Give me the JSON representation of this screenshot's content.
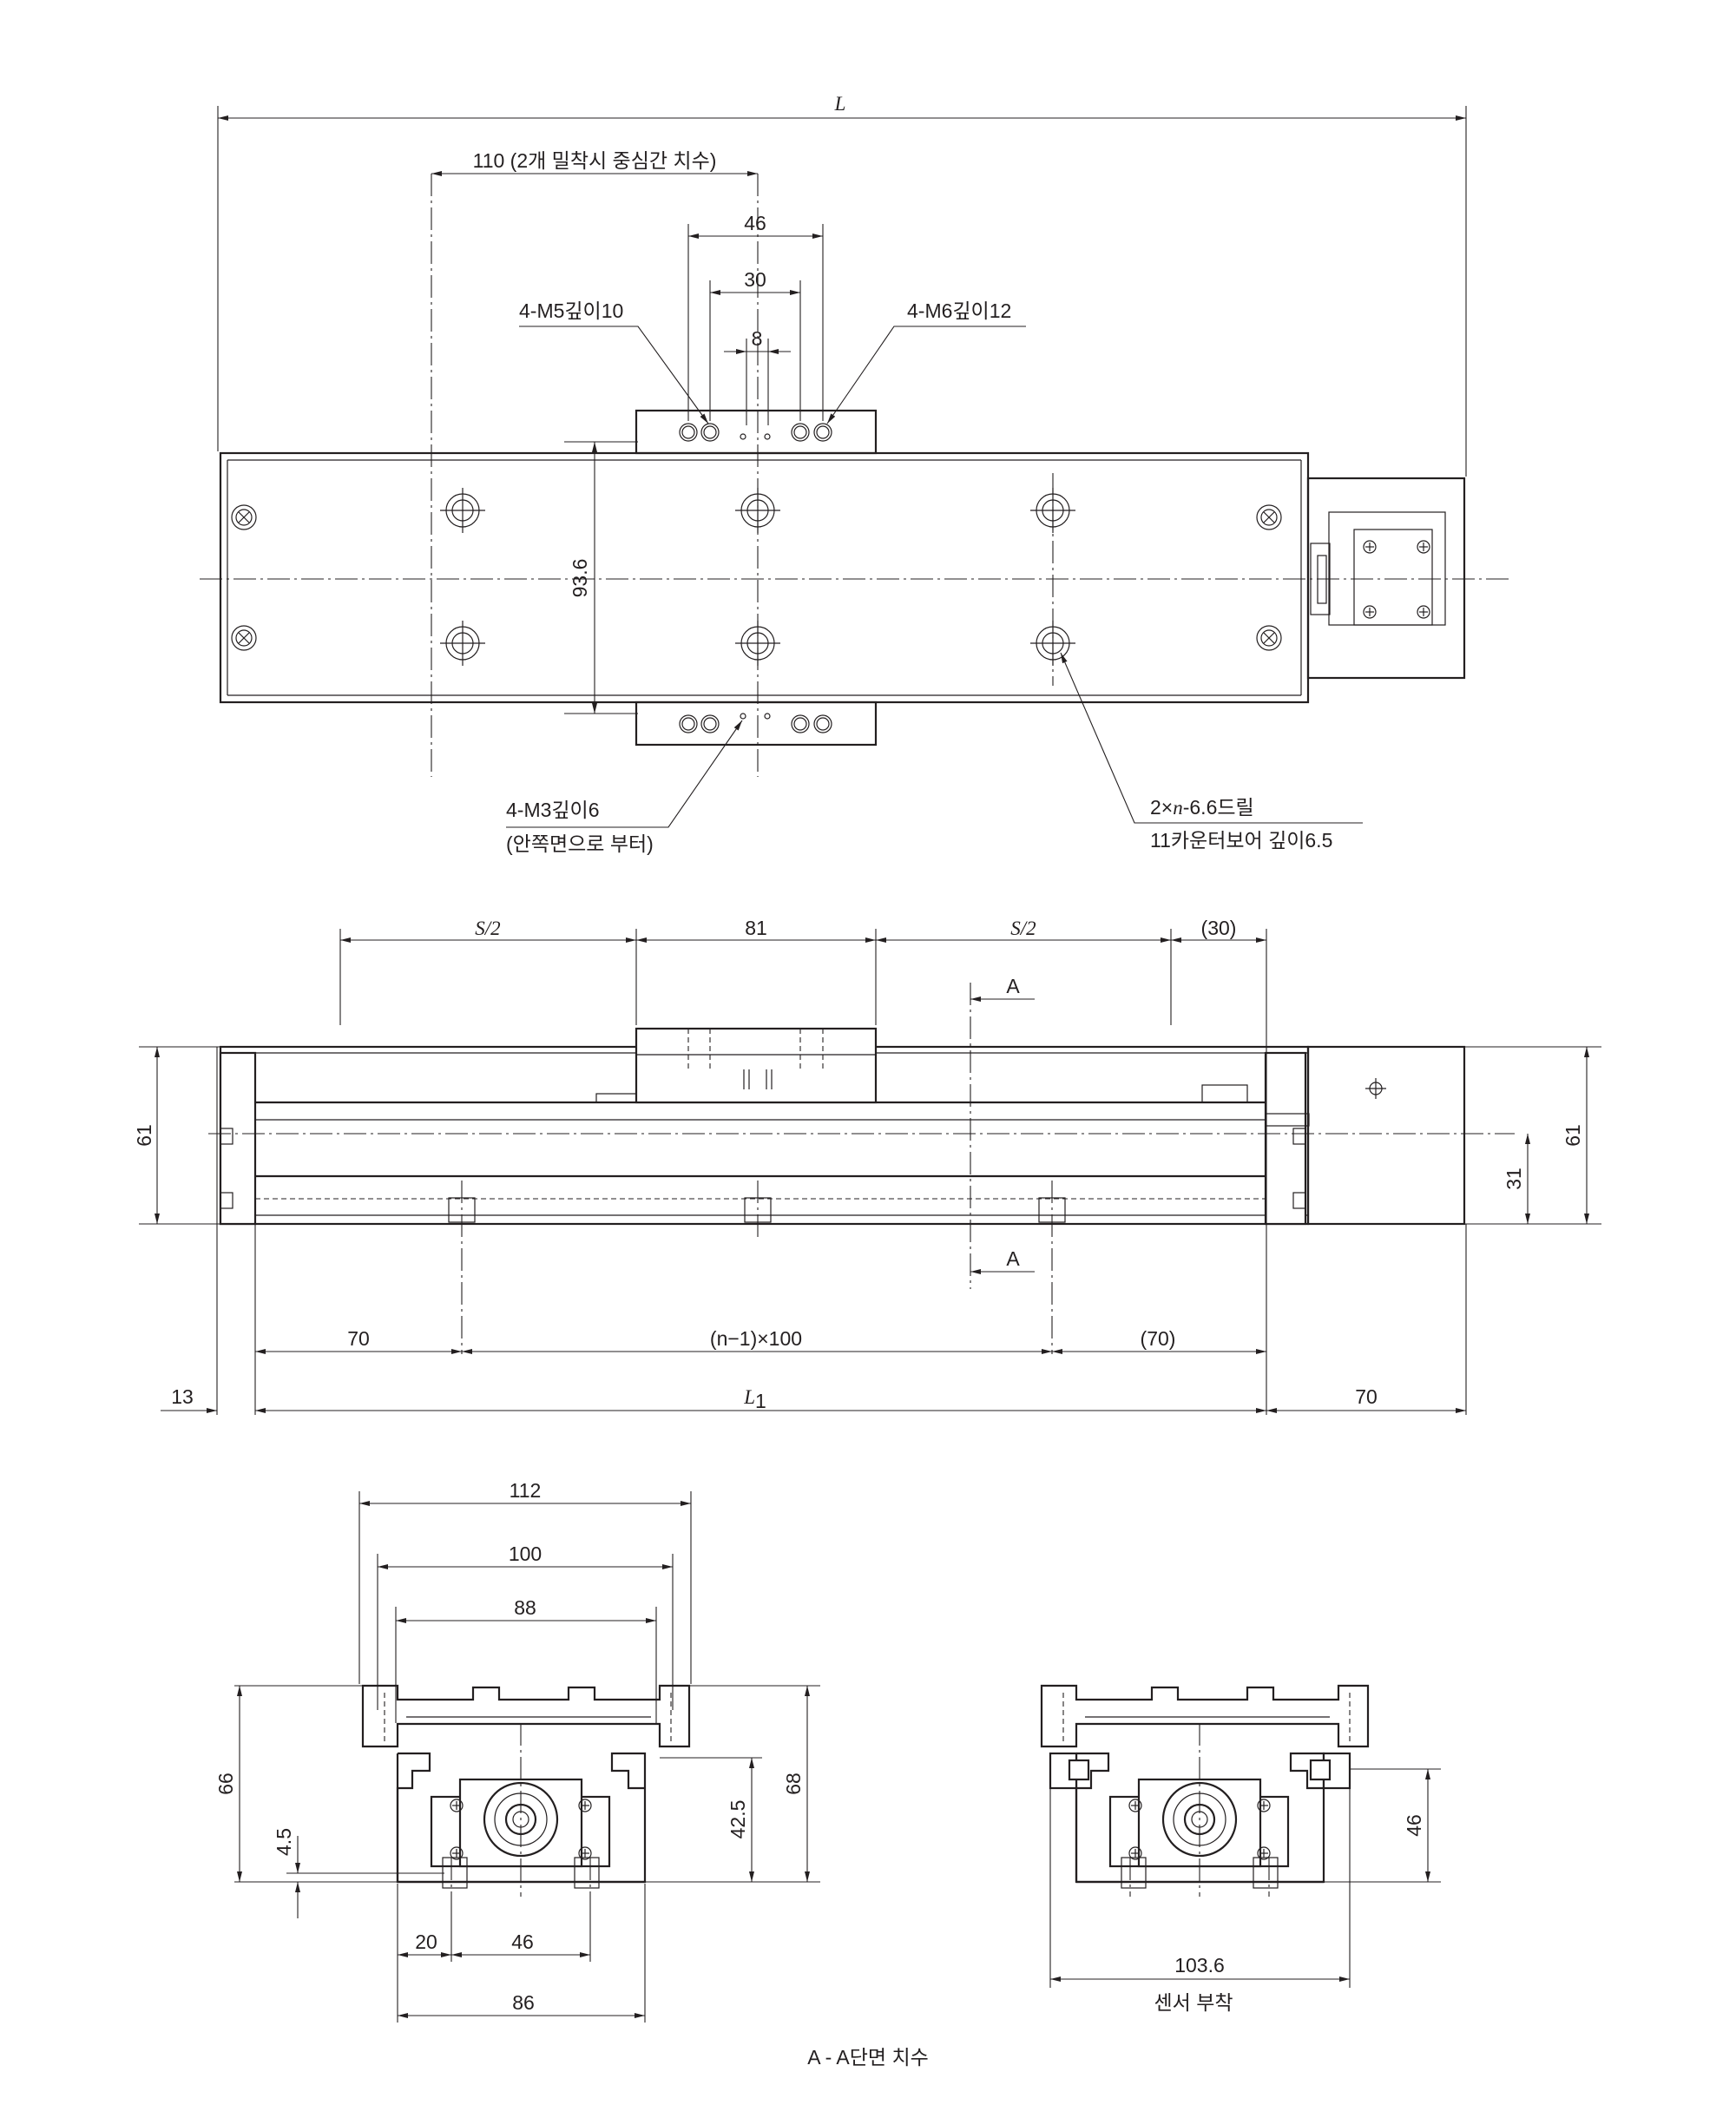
{
  "top_view": {
    "L": "L",
    "pitch_110": "110  (2개 밀착시 중심간 치수)",
    "d46": "46",
    "d30": "30",
    "d8": "8",
    "m5": "4-M5깊이10",
    "m6": "4-M6깊이12",
    "h93_6": "93.6",
    "m3_line1": "4-M3깊이6",
    "m3_line2": "(안쪽면으로 부터)",
    "drill_line1_a": "2",
    "drill_line1_b": "×",
    "drill_line1_c": "n",
    "drill_line1_d": "-6.6드릴",
    "drill_line2": "11카운터보어 깊이6.5"
  },
  "side_view": {
    "s2_left": "S/2",
    "d81": "81",
    "s2_right": "S/2",
    "d30p": "(30)",
    "section_a_top": "A",
    "section_a_bottom": "A",
    "h61_left": "61",
    "h61_right": "61",
    "h31": "31",
    "d70_left": "70",
    "pitch": "(n−1)×100",
    "d70p": "(70)",
    "d13": "13",
    "L1_main": "L",
    "L1_sub": "1",
    "d70_right": "70"
  },
  "section_view": {
    "w112": "112",
    "w100": "100",
    "w88": "88",
    "h66": "66",
    "h4_5": "4.5",
    "h42_5": "42.5",
    "h68": "68",
    "w20": "20",
    "w46": "46",
    "w86": "86",
    "caption": "A - A단면 치수"
  },
  "sensor_view": {
    "h46": "46",
    "w103_6": "103.6",
    "caption": "센서 부착"
  }
}
